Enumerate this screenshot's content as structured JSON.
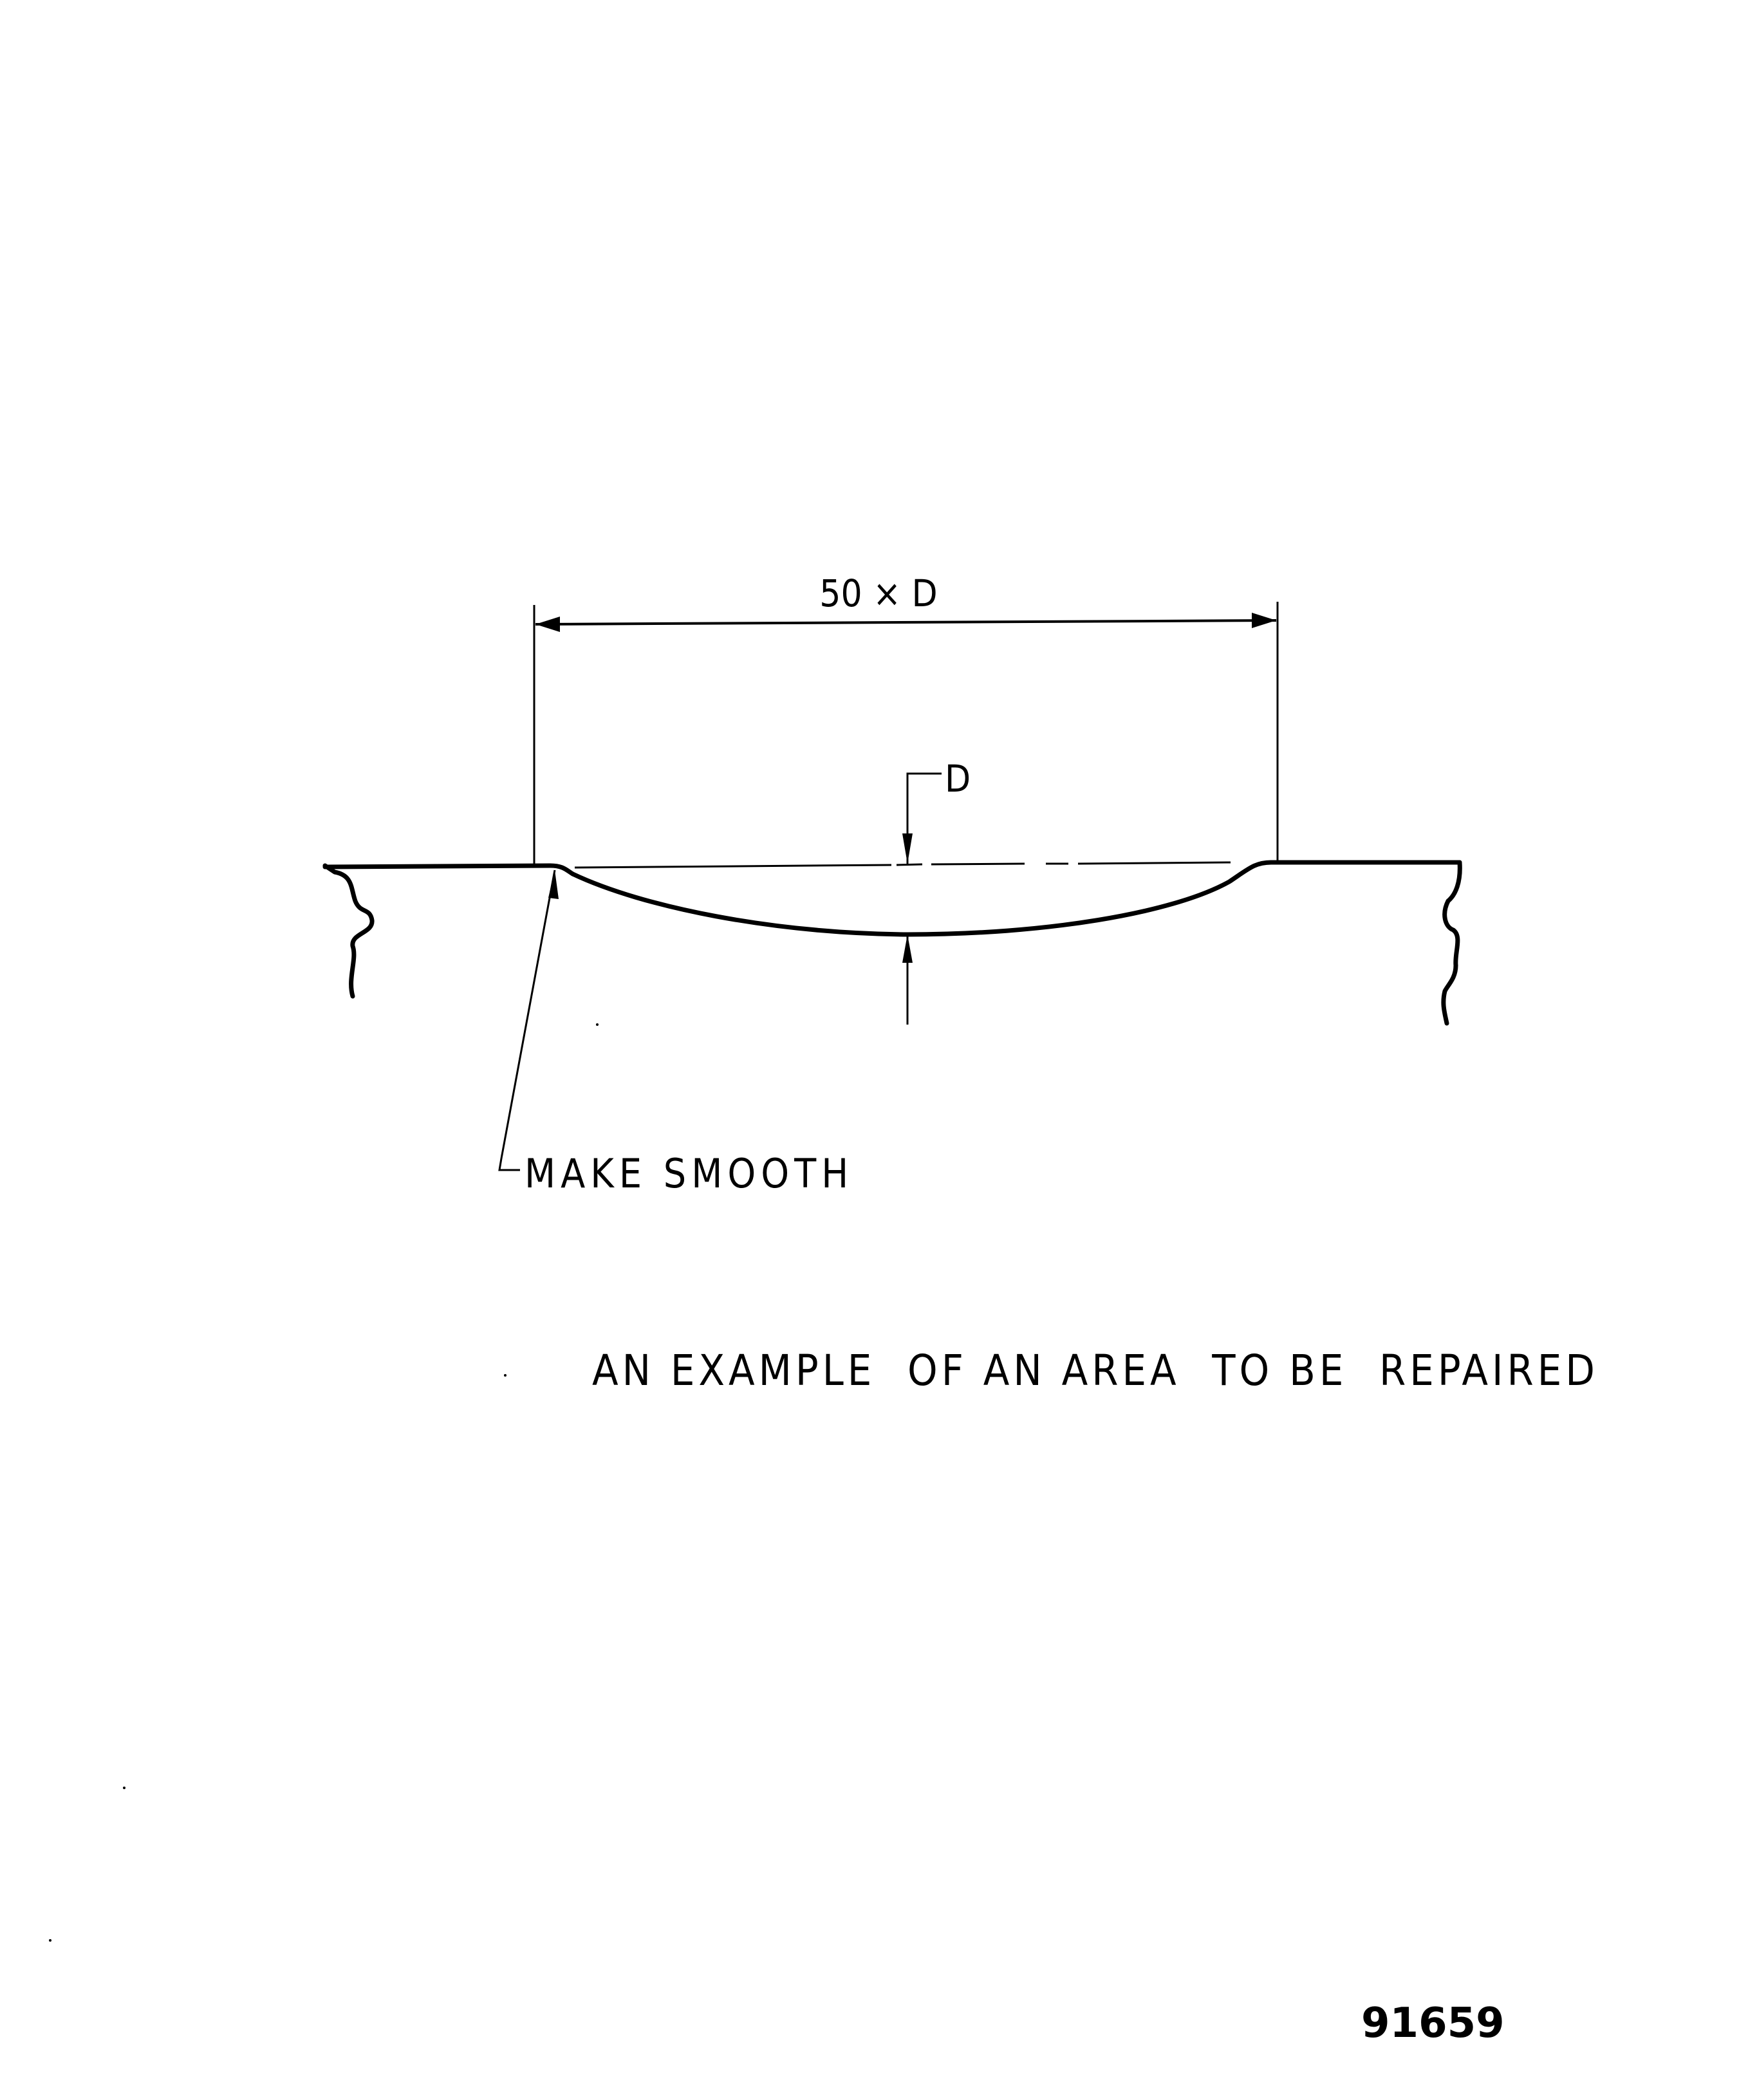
{
  "figure": {
    "dimension_label": "50 × D",
    "depth_label": "D",
    "leader_note": "MAKE SMOOTH",
    "caption": "AN EXAMPLE  OF AN AREA  TO BE  REPAIRED",
    "figure_number": "91659"
  },
  "colors": {
    "ink": "#000000",
    "paper": "#ffffff"
  }
}
